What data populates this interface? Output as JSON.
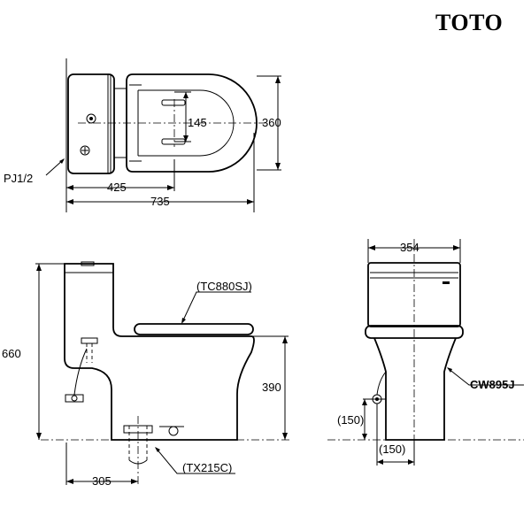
{
  "brand": {
    "logo": "TOTO"
  },
  "top_view": {
    "dim_width": "360",
    "dim_holes": "145",
    "dim_rear": "425",
    "dim_length": "735",
    "label_pipe": "PJ1/2"
  },
  "side_view": {
    "dim_height": "660",
    "dim_bowl_height": "390",
    "dim_rough_in": "305",
    "label_seat": "(TC880SJ)",
    "label_flange": "(TX215C)"
  },
  "front_view": {
    "dim_width": "354",
    "dim_valve_height": "(150)",
    "dim_valve_offset": "(150)",
    "label_valve": "CW895J"
  }
}
